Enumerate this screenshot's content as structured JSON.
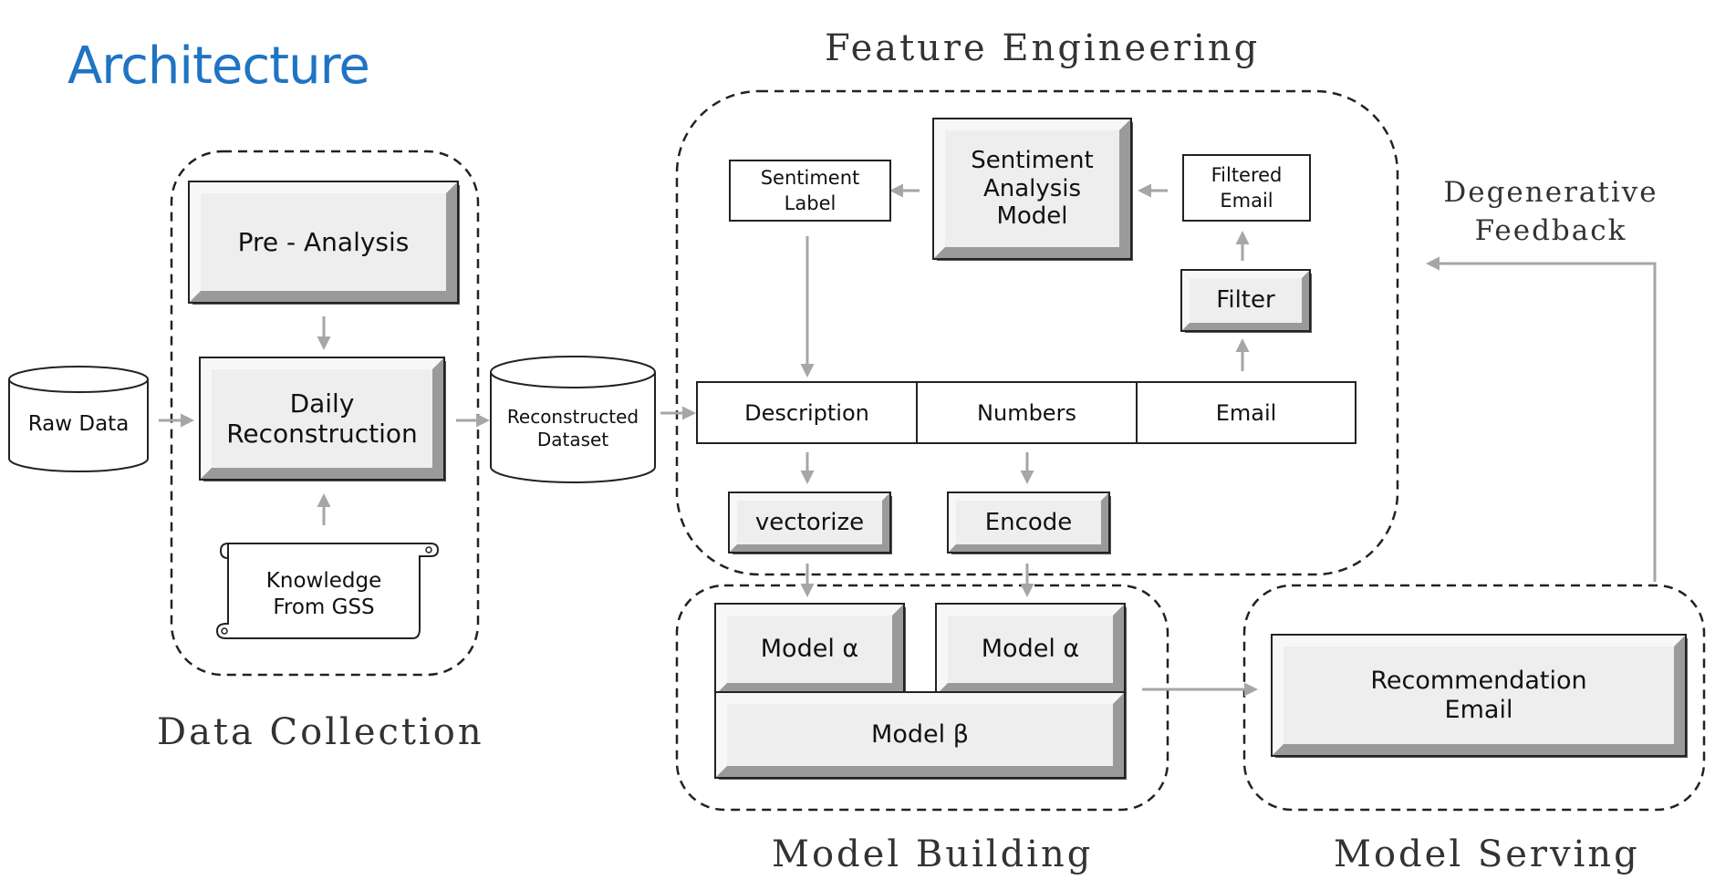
{
  "title": "Architecture",
  "groups": {
    "data_collection": "Data Collection",
    "feature_engineering": "Feature Engineering",
    "model_building": "Model Building",
    "model_serving": "Model Serving"
  },
  "feedback_label": {
    "line1": "Degenerative",
    "line2": "Feedback"
  },
  "data_collection": {
    "raw_data": "Raw Data",
    "pre_analysis": "Pre - Analysis",
    "daily_reconstruction": {
      "line1": "Daily",
      "line2": "Reconstruction"
    },
    "knowledge": {
      "line1": "Knowledge",
      "line2": "From GSS"
    },
    "reconstructed_dataset": {
      "line1": "Reconstructed",
      "line2": "Dataset"
    }
  },
  "feature_engineering": {
    "sentiment_label": {
      "line1": "Sentiment",
      "line2": "Label"
    },
    "sentiment_model": {
      "line1": "Sentiment",
      "line2": "Analysis",
      "line3": "Model"
    },
    "filtered_email": {
      "line1": "Filtered",
      "line2": "Email"
    },
    "filter": "Filter",
    "fields": [
      "Description",
      "Numbers",
      "Email"
    ],
    "vectorize": "vectorize",
    "encode": "Encode"
  },
  "model_building": {
    "model_a1": "Model α",
    "model_a2": "Model α",
    "model_b": "Model β"
  },
  "model_serving": {
    "recommendation": {
      "line1": "Recommendation",
      "line2": "Email"
    }
  },
  "colors": {
    "title": "#1f74c4",
    "arrow": "#a6a6a6",
    "box_fill": "#eeeeee",
    "outline": "#222222"
  }
}
